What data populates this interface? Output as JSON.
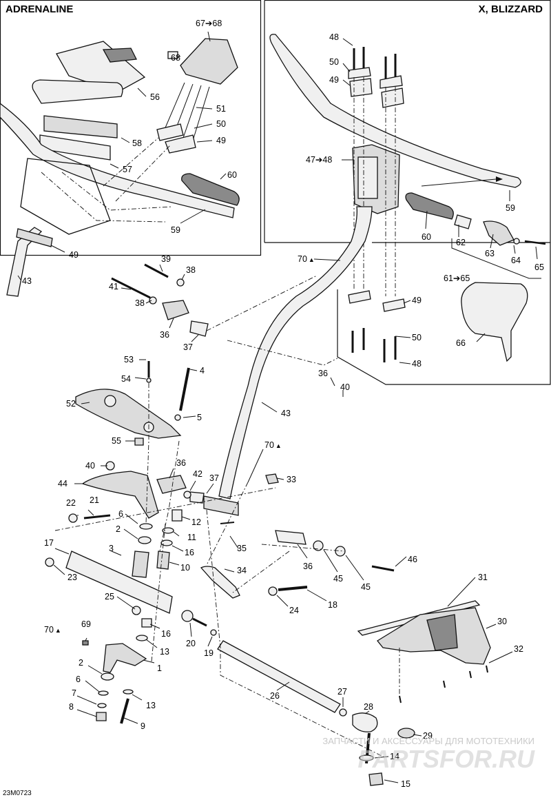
{
  "panels": {
    "left_title": "ADRENALINE",
    "right_title": "X, BLIZZARD"
  },
  "callouts": [
    {
      "id": "c-67-68",
      "text": "67",
      "arrow": true,
      "text2": "68"
    },
    {
      "id": "c-68",
      "text": "68"
    },
    {
      "id": "c-56",
      "text": "56"
    },
    {
      "id": "c-51",
      "text": "51"
    },
    {
      "id": "c-50a",
      "text": "50"
    },
    {
      "id": "c-49a",
      "text": "49"
    },
    {
      "id": "c-58",
      "text": "58"
    },
    {
      "id": "c-57",
      "text": "57"
    },
    {
      "id": "c-60a",
      "text": "60"
    },
    {
      "id": "c-59a",
      "text": "59"
    },
    {
      "id": "c-49b",
      "text": "49"
    },
    {
      "id": "c-43a",
      "text": "43"
    },
    {
      "id": "c-48a",
      "text": "48"
    },
    {
      "id": "c-50b",
      "text": "50"
    },
    {
      "id": "c-49c",
      "text": "49"
    },
    {
      "id": "c-47-48",
      "text": "47",
      "arrow": true,
      "text2": "48"
    },
    {
      "id": "c-59b",
      "text": "59"
    },
    {
      "id": "c-60b",
      "text": "60"
    },
    {
      "id": "c-62",
      "text": "62"
    },
    {
      "id": "c-63",
      "text": "63"
    },
    {
      "id": "c-64",
      "text": "64"
    },
    {
      "id": "c-65",
      "text": "65"
    },
    {
      "id": "c-61-65",
      "text": "61",
      "arrow": true,
      "text2": "65"
    },
    {
      "id": "c-70a",
      "text": "70",
      "drop": true
    },
    {
      "id": "c-49d",
      "text": "49"
    },
    {
      "id": "c-50c",
      "text": "50"
    },
    {
      "id": "c-48b",
      "text": "48"
    },
    {
      "id": "c-66",
      "text": "66"
    },
    {
      "id": "c-39",
      "text": "39"
    },
    {
      "id": "c-38a",
      "text": "38"
    },
    {
      "id": "c-41",
      "text": "41"
    },
    {
      "id": "c-38b",
      "text": "38"
    },
    {
      "id": "c-36a",
      "text": "36"
    },
    {
      "id": "c-37a",
      "text": "37"
    },
    {
      "id": "c-53",
      "text": "53"
    },
    {
      "id": "c-54",
      "text": "54"
    },
    {
      "id": "c-4",
      "text": "4"
    },
    {
      "id": "c-52",
      "text": "52"
    },
    {
      "id": "c-5",
      "text": "5"
    },
    {
      "id": "c-55",
      "text": "55"
    },
    {
      "id": "c-36b",
      "text": "36"
    },
    {
      "id": "c-40a",
      "text": "40"
    },
    {
      "id": "c-43b",
      "text": "43"
    },
    {
      "id": "c-70b",
      "text": "70",
      "drop": true
    },
    {
      "id": "c-40b",
      "text": "40"
    },
    {
      "id": "c-36c",
      "text": "36"
    },
    {
      "id": "c-42",
      "text": "42"
    },
    {
      "id": "c-37b",
      "text": "37"
    },
    {
      "id": "c-33",
      "text": "33"
    },
    {
      "id": "c-44",
      "text": "44"
    },
    {
      "id": "c-22",
      "text": "22"
    },
    {
      "id": "c-21",
      "text": "21"
    },
    {
      "id": "c-6a",
      "text": "6"
    },
    {
      "id": "c-12",
      "text": "12"
    },
    {
      "id": "c-2a",
      "text": "2"
    },
    {
      "id": "c-11",
      "text": "11"
    },
    {
      "id": "c-17",
      "text": "17"
    },
    {
      "id": "c-3",
      "text": "3"
    },
    {
      "id": "c-16a",
      "text": "16"
    },
    {
      "id": "c-35",
      "text": "35"
    },
    {
      "id": "c-10",
      "text": "10"
    },
    {
      "id": "c-23",
      "text": "23"
    },
    {
      "id": "c-36d",
      "text": "36"
    },
    {
      "id": "c-45a",
      "text": "45"
    },
    {
      "id": "c-46",
      "text": "46"
    },
    {
      "id": "c-45b",
      "text": "45"
    },
    {
      "id": "c-34",
      "text": "34"
    },
    {
      "id": "c-25",
      "text": "25"
    },
    {
      "id": "c-24",
      "text": "24"
    },
    {
      "id": "c-18",
      "text": "18"
    },
    {
      "id": "c-31",
      "text": "31"
    },
    {
      "id": "c-16b",
      "text": "16"
    },
    {
      "id": "c-20",
      "text": "20"
    },
    {
      "id": "c-19",
      "text": "19"
    },
    {
      "id": "c-30",
      "text": "30"
    },
    {
      "id": "c-70c",
      "text": "70",
      "drop": true
    },
    {
      "id": "c-69",
      "text": "69"
    },
    {
      "id": "c-13a",
      "text": "13"
    },
    {
      "id": "c-1",
      "text": "1"
    },
    {
      "id": "c-32",
      "text": "32"
    },
    {
      "id": "c-2b",
      "text": "2"
    },
    {
      "id": "c-6b",
      "text": "6"
    },
    {
      "id": "c-26",
      "text": "26"
    },
    {
      "id": "c-27",
      "text": "27"
    },
    {
      "id": "c-7",
      "text": "7"
    },
    {
      "id": "c-13b",
      "text": "13"
    },
    {
      "id": "c-28",
      "text": "28"
    },
    {
      "id": "c-8",
      "text": "8"
    },
    {
      "id": "c-9",
      "text": "9"
    },
    {
      "id": "c-29",
      "text": "29"
    },
    {
      "id": "c-14",
      "text": "14"
    },
    {
      "id": "c-15",
      "text": "15"
    }
  ],
  "diagram_code": "23M0723",
  "watermark": {
    "tagline": "ЗАПЧАСТИ И АКСЕССУАРЫ ДЛЯ МОТОТЕХНИКИ",
    "site": "PARTSFOR.RU"
  }
}
